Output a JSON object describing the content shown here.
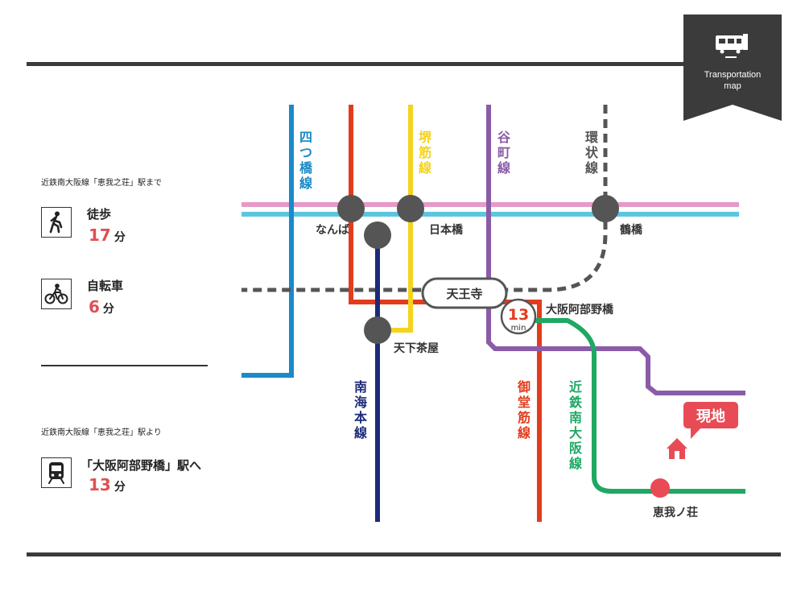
{
  "badge": {
    "icon": "train-icon",
    "line1": "Transportation",
    "line2": "map"
  },
  "sidebar": {
    "from_note": "近鉄南大阪線「恵我之荘」駅まで",
    "walk": {
      "icon": "walking-person-icon",
      "label": "徒歩",
      "value": "17",
      "unit": "分"
    },
    "bike": {
      "icon": "bicycle-icon",
      "label": "自転車",
      "value": "6",
      "unit": "分"
    },
    "train_note": "近鉄南大阪線「恵我之荘」駅より",
    "train": {
      "icon": "train-front-icon",
      "label": "「大阪阿部野橋」駅へ",
      "value": "13",
      "unit": "分"
    }
  },
  "lines": {
    "yotsubashi": {
      "name": "四つ橋線",
      "color": "#1a8ac9"
    },
    "midosuji": {
      "name": "御堂筋線",
      "color": "#e23c1d"
    },
    "sakaisuji": {
      "name": "堺筋線",
      "color": "#f4d31d"
    },
    "tanimachi": {
      "name": "谷町線",
      "color": "#8a5ca8"
    },
    "loop": {
      "name": "環状線",
      "color": "#555555"
    },
    "nankai": {
      "name": "南海本線",
      "color": "#1c2a7a"
    },
    "kintetsu": {
      "name": "近鉄南大阪線",
      "color": "#1fa863"
    },
    "pink": {
      "color": "#e69ac8"
    },
    "cyan": {
      "color": "#5cc6e0"
    }
  },
  "stations": {
    "namba": "なんば",
    "nipponbashi": "日本橋",
    "tsuruhashi": "鶴橋",
    "tennoji": "天王寺",
    "abenobashi": "大阪阿部野橋",
    "tengachaya": "天下茶屋",
    "eganosho": "恵我ノ荘"
  },
  "time_badge": {
    "value": "13",
    "unit": "min"
  },
  "site": {
    "label": "現地",
    "icon": "house-icon",
    "color": "#e84b55"
  }
}
